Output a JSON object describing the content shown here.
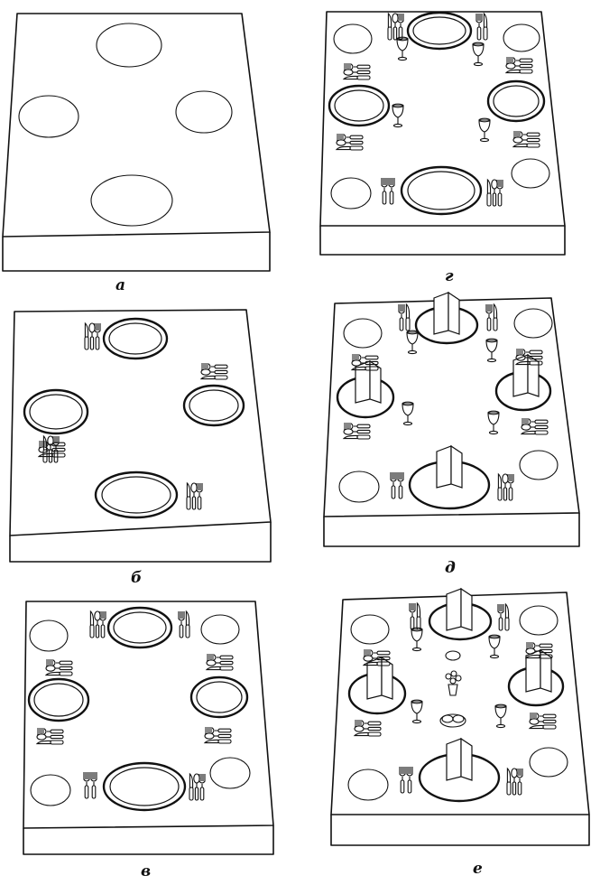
{
  "panels": [
    {
      "id": "a",
      "label": "а"
    },
    {
      "id": "b",
      "label": "б"
    },
    {
      "id": "v",
      "label": "в"
    },
    {
      "id": "g",
      "label": "г"
    },
    {
      "id": "d",
      "label": "д"
    },
    {
      "id": "e",
      "label": "е"
    }
  ]
}
